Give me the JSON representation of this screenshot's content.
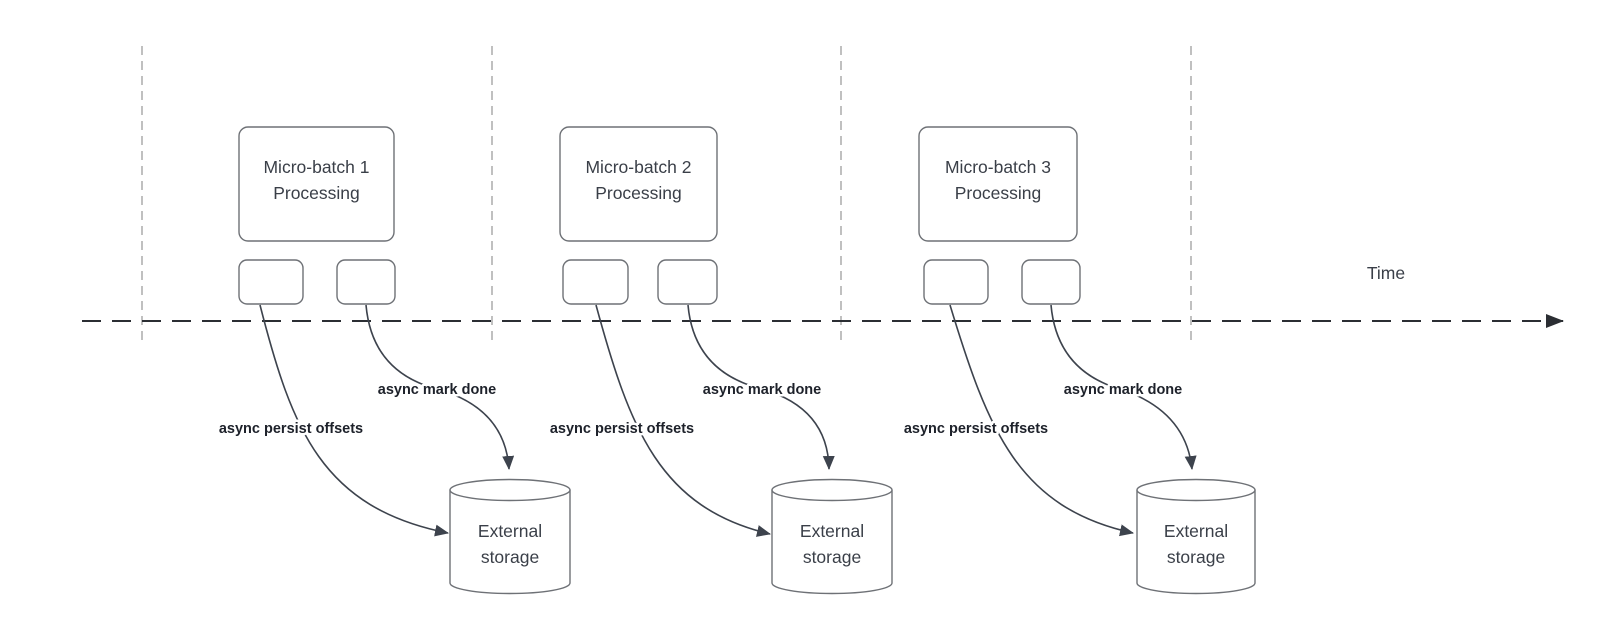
{
  "diagram": {
    "time_label": "Time",
    "batches": [
      {
        "box_line1": "Micro-batch 1",
        "box_line2": "Processing",
        "persist_label": "async persist offsets",
        "done_label": "async mark done",
        "storage_line1": "External",
        "storage_line2": "storage"
      },
      {
        "box_line1": "Micro-batch 2",
        "box_line2": "Processing",
        "persist_label": "async persist offsets",
        "done_label": "async mark done",
        "storage_line1": "External",
        "storage_line2": "storage"
      },
      {
        "box_line1": "Micro-batch 3",
        "box_line2": "Processing",
        "persist_label": "async persist offsets",
        "done_label": "async mark done",
        "storage_line1": "External",
        "storage_line2": "storage"
      }
    ],
    "colors": {
      "background": "#ffffff",
      "shape_stroke": "#6e7176",
      "connector_stroke": "#3d434d",
      "guide_stroke": "#ababab",
      "timeline_stroke": "#2b2e33",
      "shape_text": "#3a3f48",
      "edge_label_text": "#1d212a"
    }
  }
}
